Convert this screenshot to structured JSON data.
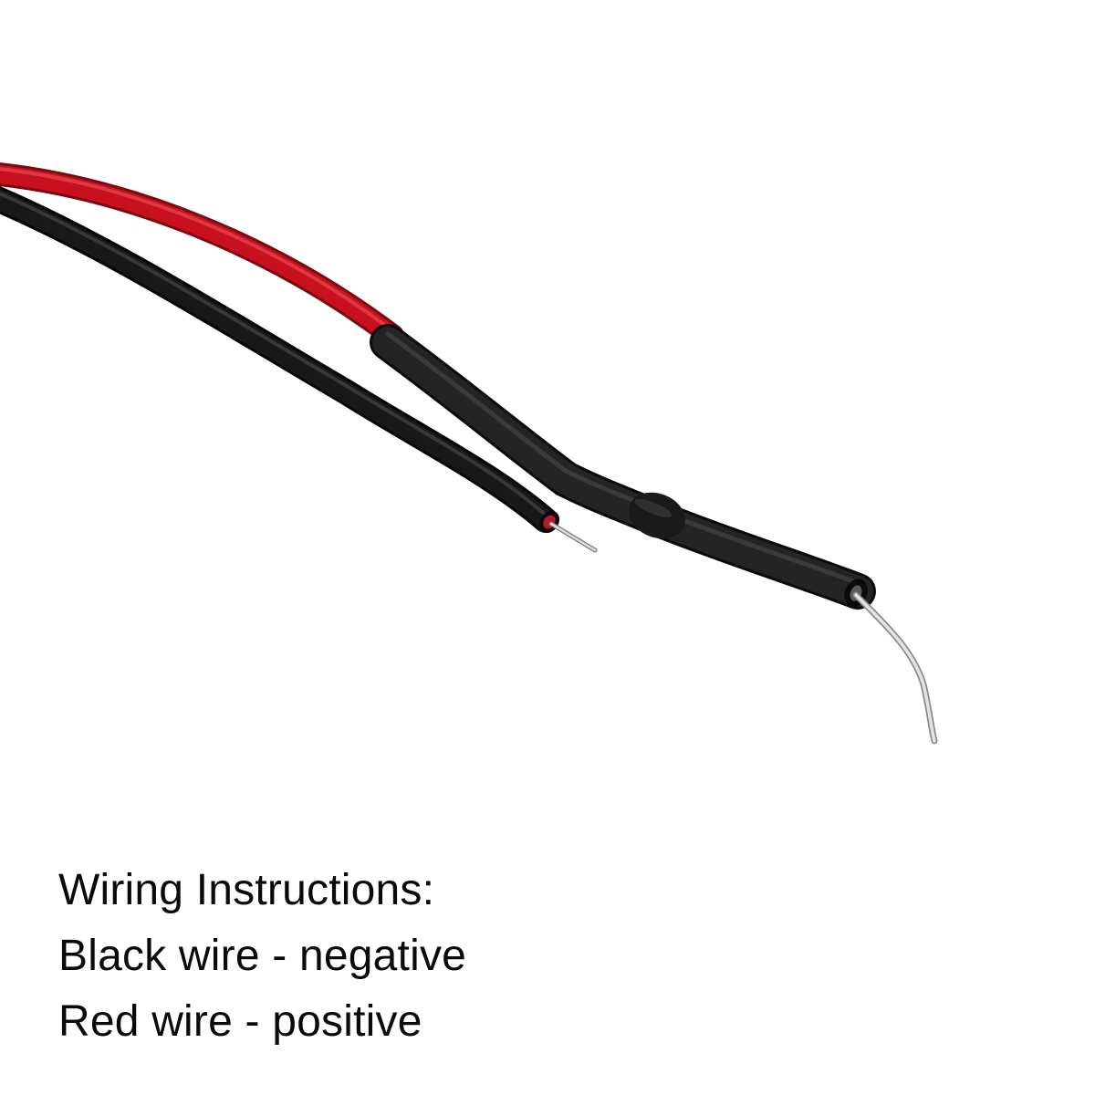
{
  "caption": {
    "heading": "Wiring Instructions:",
    "black_line": "Black wire - negative",
    "red_line": "Red wire - positive"
  },
  "colors": {
    "background": "#ffffff",
    "red_wire": "#c8101e",
    "black_wire": "#141414",
    "heat_shrink": "#1c1c1c",
    "conductor": "#cfcfcf",
    "text": "#0a0a0a"
  }
}
